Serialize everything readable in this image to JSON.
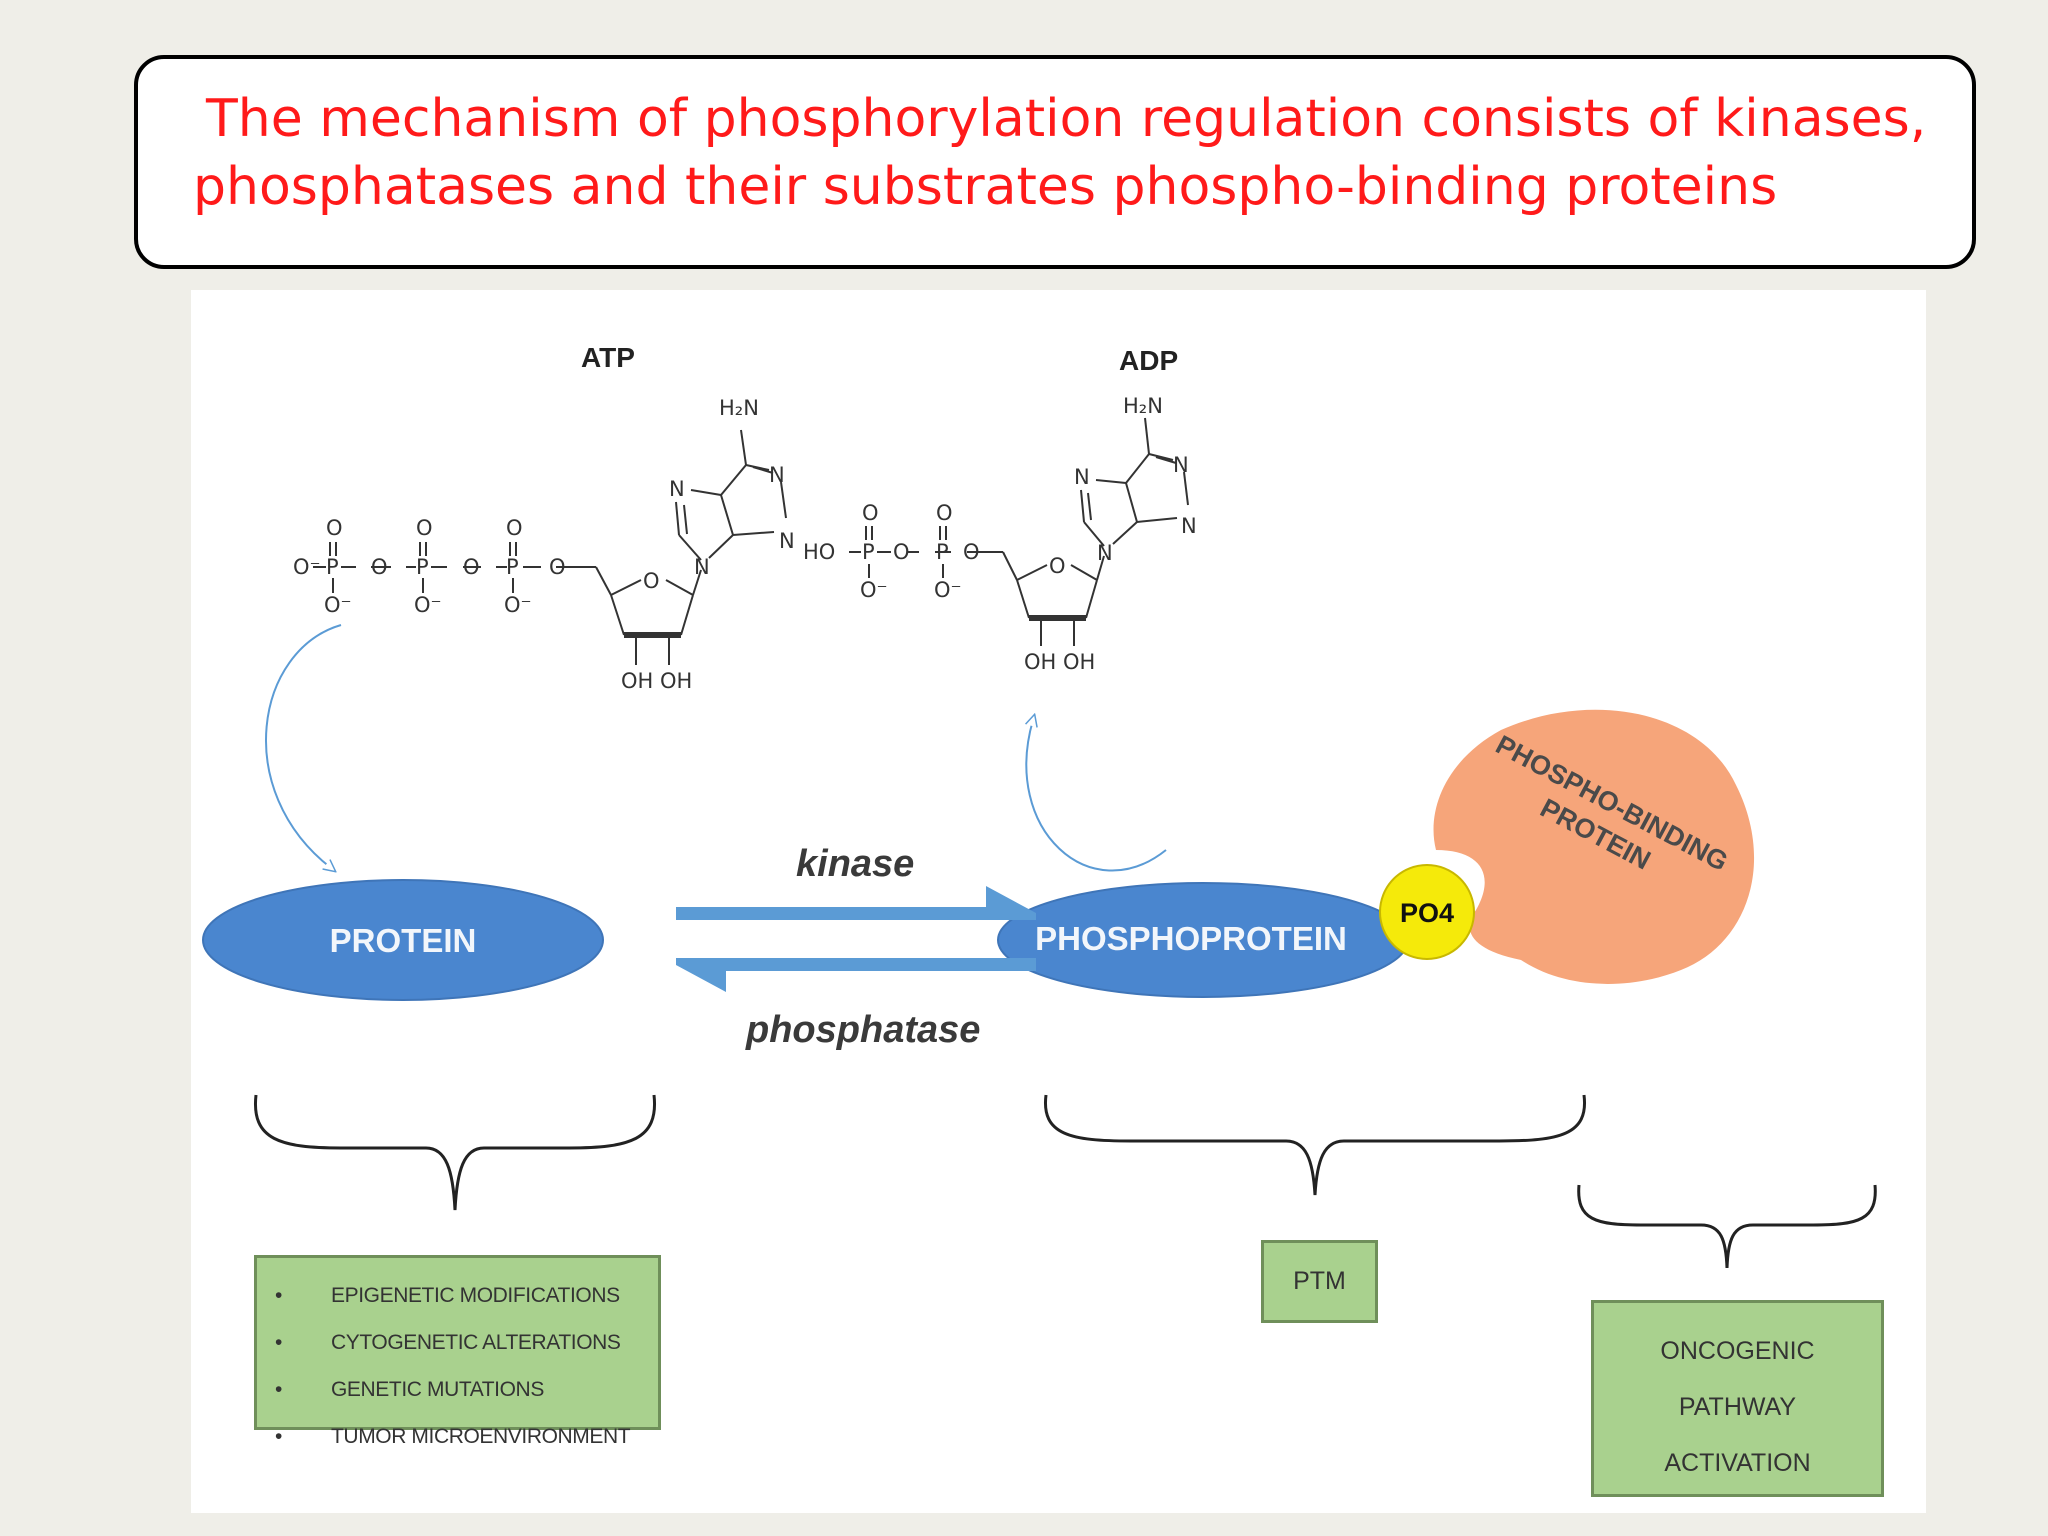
{
  "title": {
    "line1": "The mechanism of phosphorylation regulation consists of kinases,",
    "line2": "phosphatases and their substrates phospho-binding proteins"
  },
  "molecules": {
    "atp": {
      "name": "ATP",
      "amine": "H₂N",
      "n_atom": "N",
      "o_atom": "O",
      "o_minus": "O⁻",
      "o_ring": "O",
      "hydroxyls": "OH OH"
    },
    "adp": {
      "name": "ADP",
      "amine": "H₂N",
      "ho": "HO",
      "n_atom": "N",
      "o_atom": "O",
      "o_minus": "O⁻",
      "hydroxyls": "OH OH"
    }
  },
  "reaction": {
    "substrate": "PROTEIN",
    "product": "PHOSPHOPROTEIN",
    "forward_enzyme": "kinase",
    "reverse_enzyme": "phosphatase",
    "phosphate": "PO4",
    "binder_line1": "PHOSPHO-BINDING",
    "binder_line2": "PROTEIN"
  },
  "boxes": {
    "causes": [
      "EPIGENETIC MODIFICATIONS",
      "CYTOGENETIC ALTERATIONS",
      "GENETIC MUTATIONS",
      "TUMOR MICROENVIRONMENT"
    ],
    "bullet": "•",
    "ptm": "PTM",
    "oncogenic": [
      "ONCOGENIC",
      "PATHWAY",
      "ACTIVATION"
    ]
  },
  "colors": {
    "title_text": "#ff1a1a",
    "protein_blue": "#4a86cf",
    "phospho_yellow": "#f5ea0a",
    "binder_orange": "#f6a57a",
    "box_green": "#a9d18e",
    "arrow_blue": "#5b9bd5"
  }
}
